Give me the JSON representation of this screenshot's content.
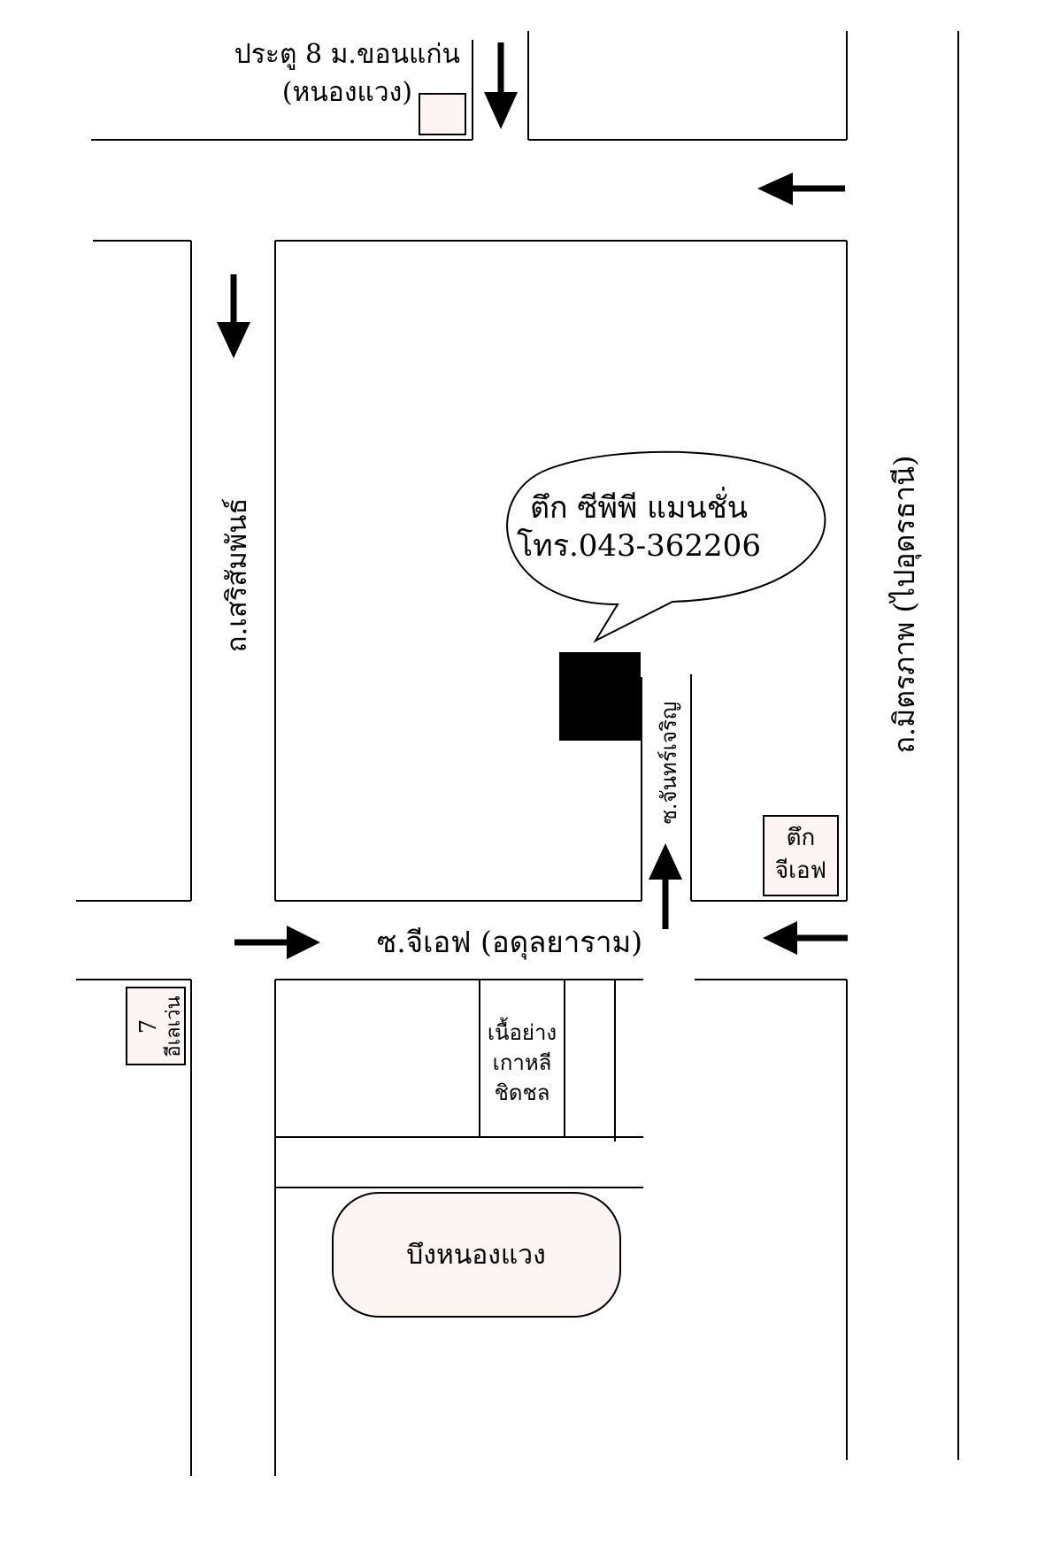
{
  "labels": {
    "gate_line1": "ประตู 8 ม.ขอนแก่น",
    "gate_line2": "(หนองแวง)",
    "road_left": "ถ.เสริสัมพันธ์",
    "road_right": "ถ.มิตรภาพ (ไปอุดรธานี)",
    "soi_main": "ซ.จีเอฟ (อดุลยาราม)",
    "soi_side": "ซ.จันทร์เจริญ",
    "bubble_line1": "ตึก ซีพีพี แมนชั่น",
    "bubble_line2": "โทร.043-362206",
    "gf_line1": "ตึก",
    "gf_line2": "จีเอฟ",
    "seven_line1": "7",
    "seven_line2": "อีเลเว่น",
    "bbq_line1": "เนื้อย่าง",
    "bbq_line2": "เกาหลี",
    "bbq_line3": "ชิดชล",
    "lake": "บึงหนองแวง"
  },
  "colors": {
    "line": "#000000",
    "box_fill": "#fdf5f4",
    "building": "#000000",
    "background": "#ffffff"
  }
}
